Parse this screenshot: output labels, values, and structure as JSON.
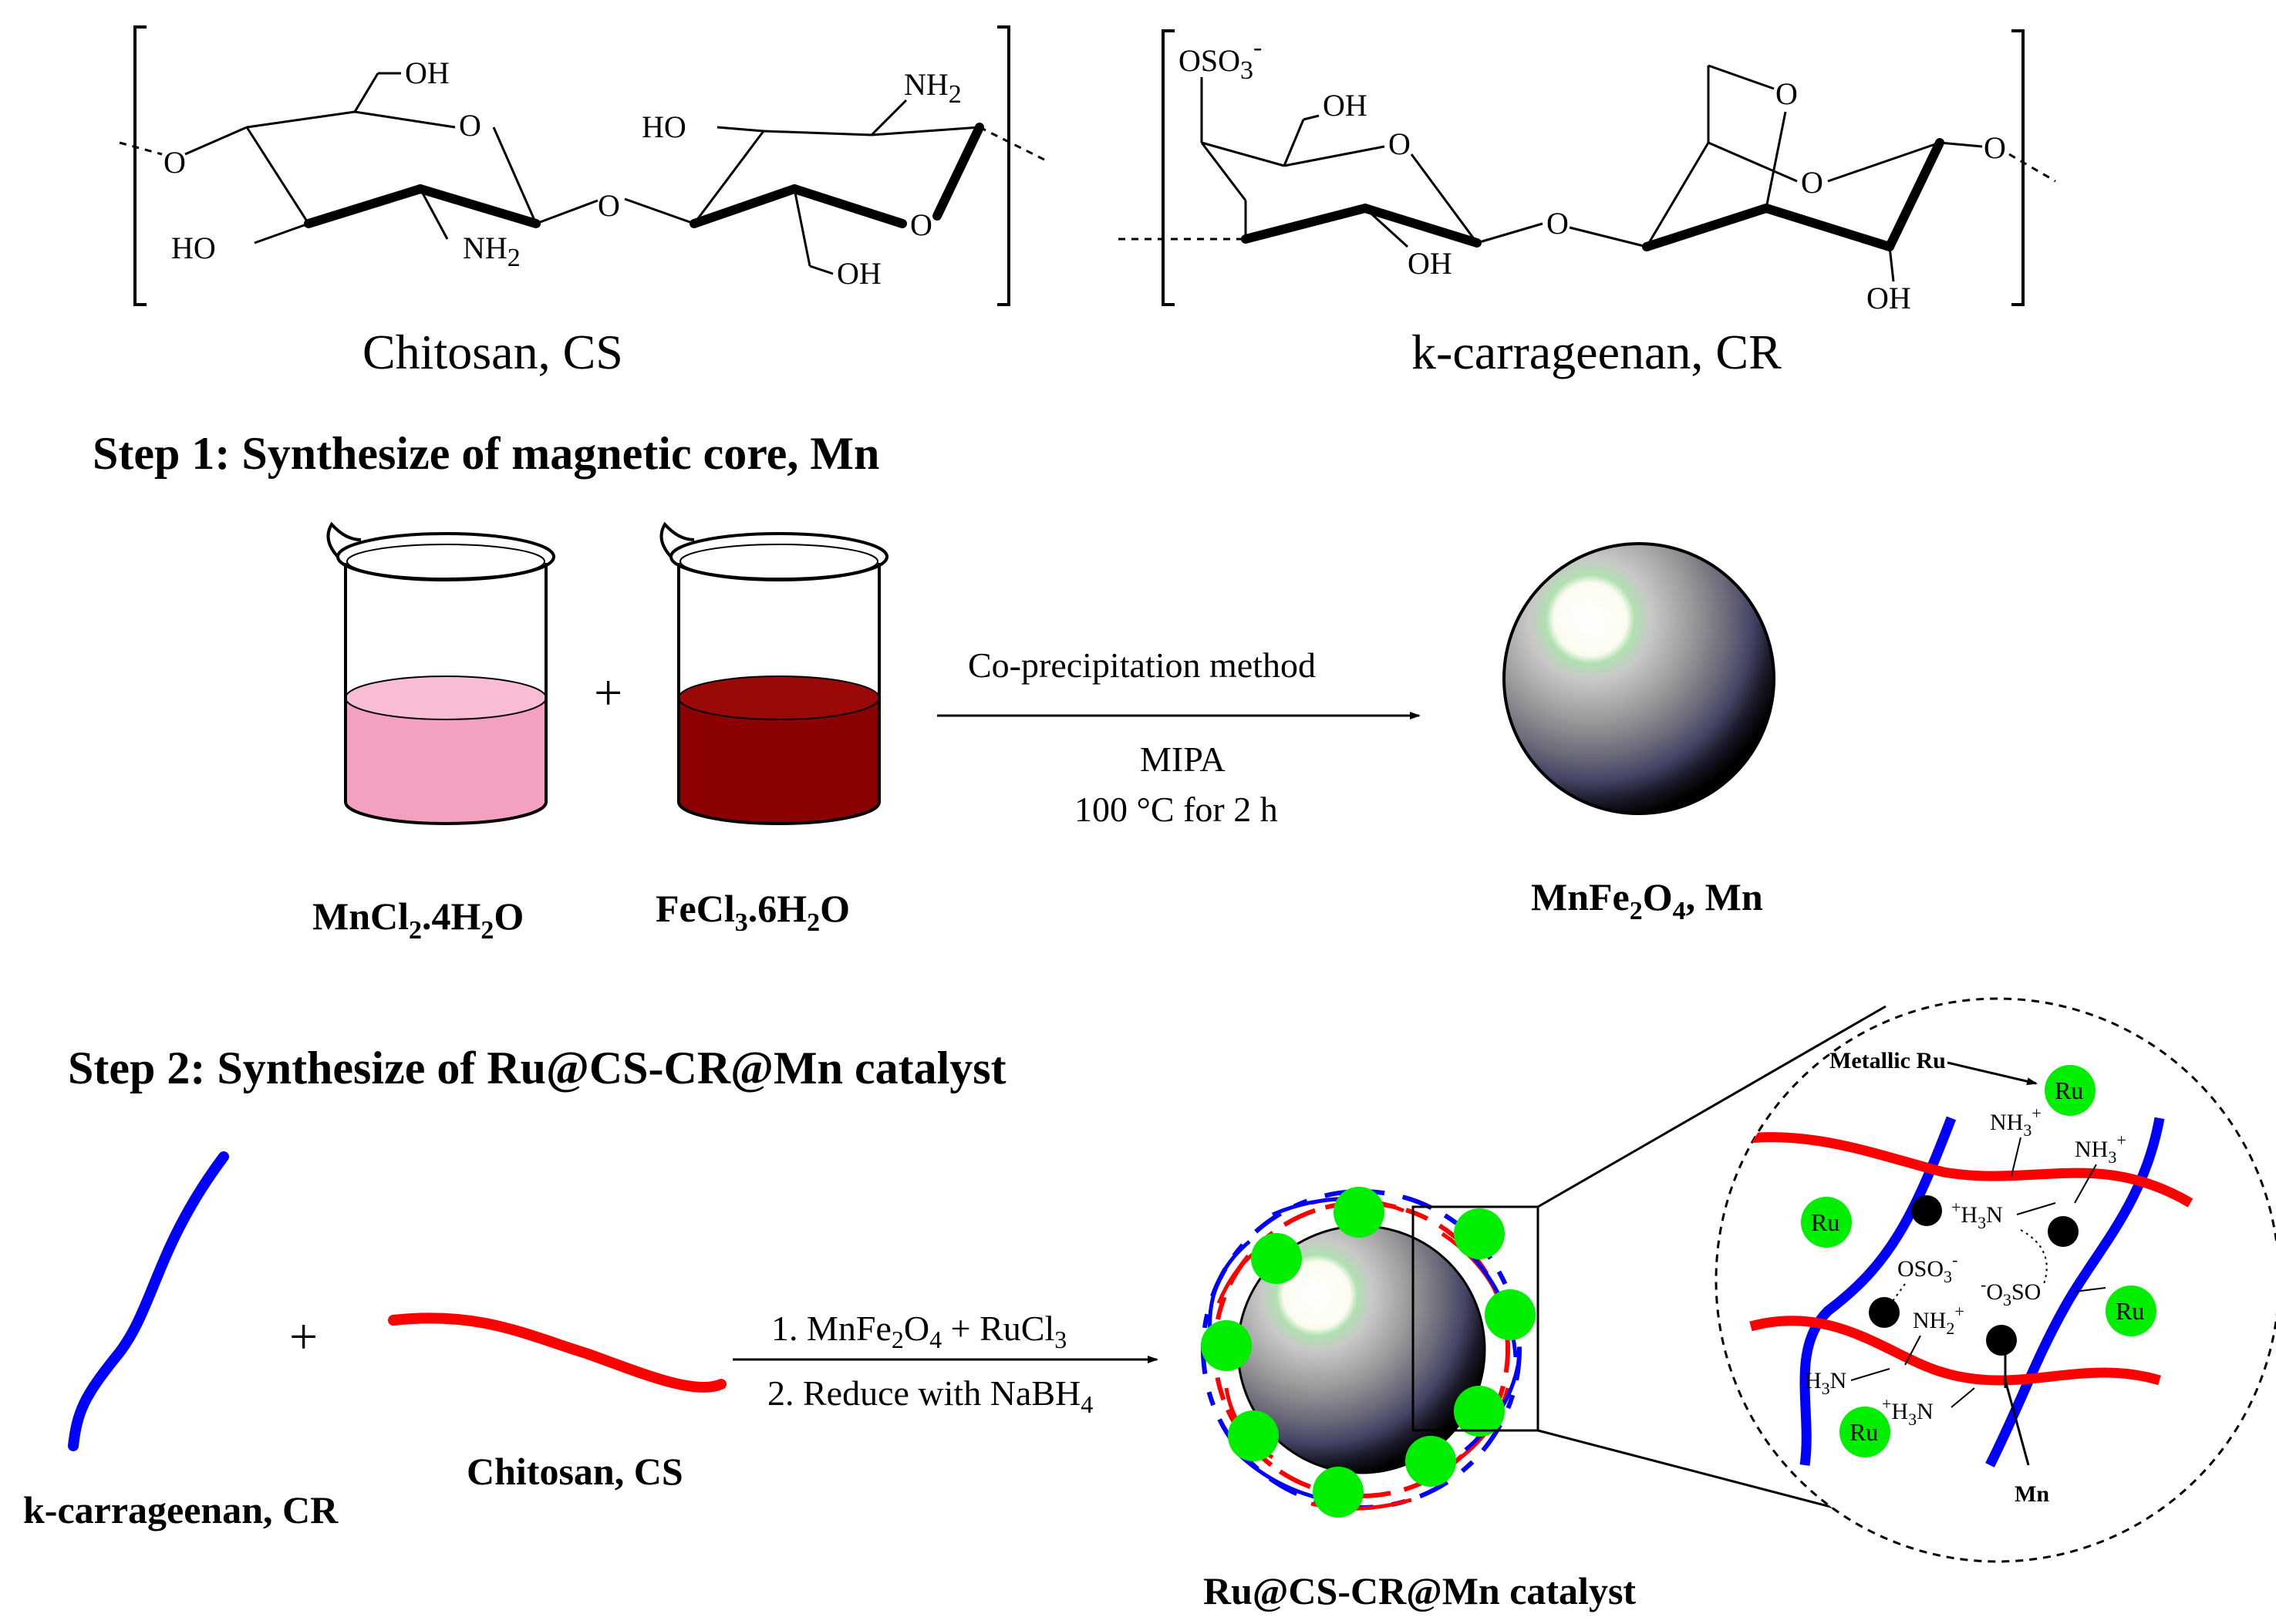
{
  "top_structures": {
    "chitosan_caption": "Chitosan, CS",
    "carrageenan_caption": "k-carrageenan, CR",
    "oh": "OH",
    "nh2": "NH",
    "nh2_sub": "2",
    "ho": "HO",
    "o": "O",
    "oso3": "OSO",
    "oso3_sub": "3",
    "oso3_sup": "-"
  },
  "step1": {
    "heading": "Step 1: Synthesize of magnetic core, Mn",
    "plus": "+",
    "reagent1": {
      "a": "MnCl",
      "b": "2",
      "c": ".4H",
      "d": "2",
      "e": "O",
      "liquid_color": "#f4a0c0"
    },
    "reagent2": {
      "a": "FeCl",
      "b": "3",
      "c": ".6H",
      "d": "2",
      "e": "O",
      "liquid_color": "#8b0000"
    },
    "arrow_top": "Co-precipitation method",
    "arrow_bottom_1": "MIPA",
    "arrow_bottom_2": "100 °C for 2 h",
    "product": {
      "a": "MnFe",
      "b": "2",
      "c": "O",
      "d": "4",
      "e": ", Mn"
    }
  },
  "step2": {
    "heading": "Step 2: Synthesize of Ru@CS-CR@Mn catalyst",
    "plus": "+",
    "polymer1_label": "k-carrageenan, CR",
    "polymer1_color": "#0000ff",
    "polymer2_label": "Chitosan, CS",
    "polymer2_color": "#ff0000",
    "cond1": {
      "a": "1. MnFe",
      "b": "2",
      "c": "O",
      "d": "4",
      "e": " + RuCl",
      "f": "3"
    },
    "cond2": {
      "a": "2. Reduce with NaBH",
      "b": "4"
    },
    "product_label": "Ru@CS-CR@Mn catalyst",
    "ru_color": "#00ee00"
  },
  "inset": {
    "metallic_ru": "Metallic Ru",
    "ru": "Ru",
    "mn": "Mn",
    "nh3": "NH",
    "nh3_sub": "3",
    "nh3_sup": "+",
    "h3n_sup": "+",
    "h3n_a": "H",
    "h3n_sub": "3",
    "h3n_b": "N",
    "h3n_plain": "H",
    "nh2p": "NH",
    "nh2p_sub": "2",
    "nh2p_sup": "+",
    "oso3": "OSO",
    "oso3_sub": "3",
    "oso3_sup": "-",
    "o3so_sup": "-",
    "o3so_a": "O",
    "o3so_sub": "3",
    "o3so_b": "SO"
  }
}
